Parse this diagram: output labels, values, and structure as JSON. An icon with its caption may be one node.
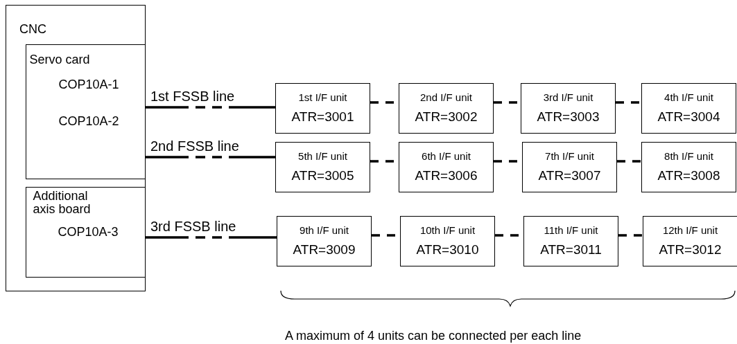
{
  "diagram": {
    "nodes": [
      {
        "text": [
          "CNC"
        ]
      },
      {
        "text": [
          "Servo card",
          "COP10A-1",
          "COP10A-2"
        ],
        "in": 0
      },
      {
        "text": [
          "Additional axis board",
          "COP10A-3"
        ],
        "in": 0
      },
      {
        "text": [
          "1st I/F unit",
          "ATR=3001"
        ]
      },
      {
        "text": [
          "2nd I/F unit",
          "ATR=3002"
        ]
      },
      {
        "text": [
          "3rd I/F unit",
          "ATR=3003"
        ]
      },
      {
        "text": [
          "4th I/F unit",
          "ATR=3004"
        ]
      },
      {
        "text": [
          "5th I/F unit",
          "ATR=3005"
        ]
      },
      {
        "text": [
          "6th I/F unit",
          "ATR=3006"
        ]
      },
      {
        "text": [
          "7th I/F unit",
          "ATR=3007"
        ]
      },
      {
        "text": [
          "8th I/F unit",
          "ATR=3008"
        ]
      },
      {
        "text": [
          "9th I/F unit",
          "ATR=3009"
        ]
      },
      {
        "text": [
          "10th I/F unit",
          "ATR=3010"
        ]
      },
      {
        "text": [
          "11th I/F unit",
          "ATR=3011"
        ]
      },
      {
        "text": [
          "12th I/F unit",
          "ATR=3012"
        ]
      }
    ],
    "edges": [
      {
        "from": 1,
        "to": 3,
        "arrow": "none",
        "label": "1st FSSB line",
        "style": "dashed"
      },
      {
        "from": 3,
        "to": 4,
        "arrow": "none",
        "style": "dashed"
      },
      {
        "from": 4,
        "to": 5,
        "arrow": "none",
        "style": "dashed"
      },
      {
        "from": 5,
        "to": 6,
        "arrow": "none",
        "style": "dashed"
      },
      {
        "from": 1,
        "to": 7,
        "arrow": "none",
        "label": "2nd FSSB line",
        "style": "dashed"
      },
      {
        "from": 7,
        "to": 8,
        "arrow": "none",
        "style": "dashed"
      },
      {
        "from": 8,
        "to": 9,
        "arrow": "none",
        "style": "dashed"
      },
      {
        "from": 9,
        "to": 10,
        "arrow": "none",
        "style": "dashed"
      },
      {
        "from": 2,
        "to": 11,
        "arrow": "none",
        "label": "3rd FSSB line",
        "style": "dashed"
      },
      {
        "from": 11,
        "to": 12,
        "arrow": "none",
        "style": "dashed"
      },
      {
        "from": 12,
        "to": 13,
        "arrow": "none",
        "style": "dashed"
      },
      {
        "from": 13,
        "to": 14,
        "arrow": "none",
        "style": "dashed"
      }
    ],
    "labels": [
      "A maximum of 4 units can be connected per each line"
    ]
  }
}
